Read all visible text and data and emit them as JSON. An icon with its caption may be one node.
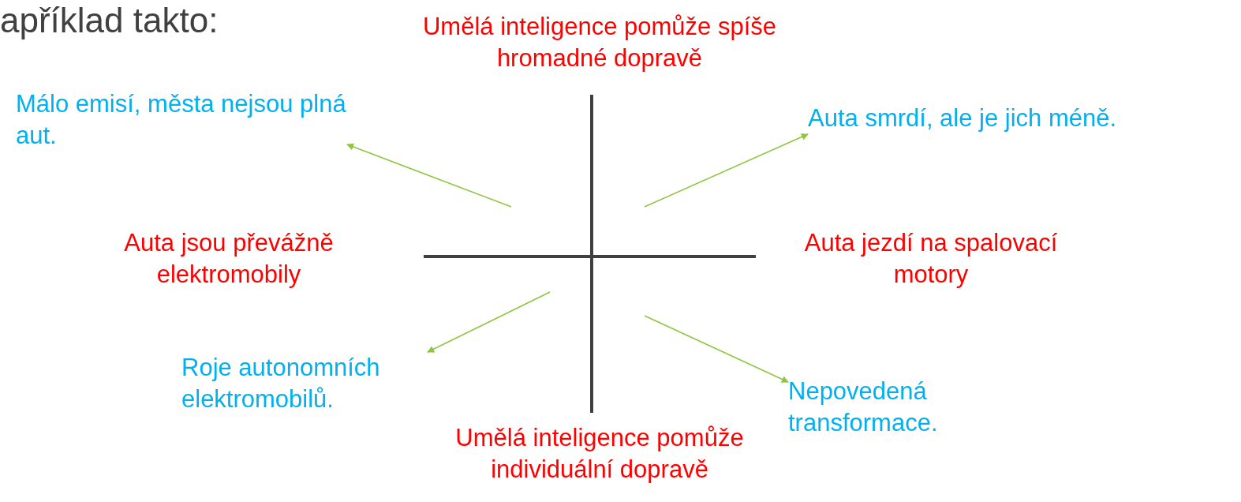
{
  "diagram": {
    "nodes": [
      {
        "text": [
          "Málo emisí, města nejsou plná aut."
        ]
      },
      {
        "text": [
          "Auta smrdí, ale je jich méně."
        ]
      },
      {
        "text": [
          "Roje autonomních elektromobilů."
        ]
      },
      {
        "text": [
          "Nepovedená transformace."
        ]
      }
    ],
    "edges": [
      {
        "from": null,
        "to": 0,
        "arrow": "to"
      },
      {
        "from": null,
        "to": 1,
        "arrow": "to"
      },
      {
        "from": null,
        "to": 2,
        "arrow": "to"
      },
      {
        "from": null,
        "to": 3,
        "arrow": "to"
      }
    ],
    "labels": [
      "apříklad takto:",
      "Umělá inteligence pomůže spíše hromadné dopravě",
      "Auta jsou převážně elektromobily",
      "Auta jezdí na spalovací motory",
      "Umělá inteligence pomůže individuální dopravě"
    ]
  }
}
